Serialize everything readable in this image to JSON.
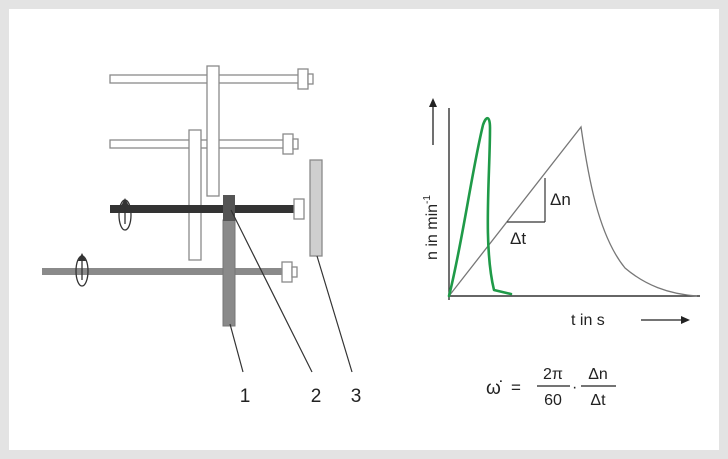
{
  "colors": {
    "background_border": "#e3e3e3",
    "canvas": "#ffffff",
    "light_part_fill": "#ffffff",
    "light_part_stroke": "#8a8a8a",
    "dark_shaft": "#333333",
    "mid_shaft": "#8a8a8a",
    "gear_fill": "#cfcfcf",
    "green_curve": "#1f9a48",
    "thin_curve": "#777777"
  },
  "labels": {
    "part_1": "1",
    "part_2": "2",
    "part_3": "3"
  },
  "graph": {
    "y_axis_label": "n in min",
    "y_axis_exponent": "-1",
    "x_axis_label": "t in s",
    "delta_n": "Δn",
    "delta_t": "Δt"
  },
  "formula": {
    "lhs": "ω̇",
    "equals": "=",
    "frac1_num": "2π",
    "frac1_den": "60",
    "dot": "·",
    "frac2_num": "Δn",
    "frac2_den": "Δt"
  }
}
